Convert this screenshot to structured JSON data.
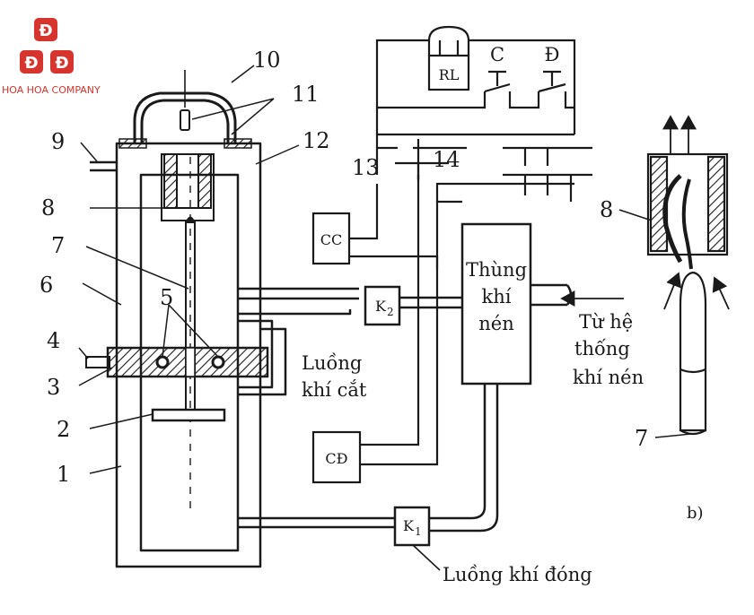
{
  "logo": {
    "glyphs": [
      "Đ",
      "Đ",
      "Đ"
    ],
    "company": "HOA HOA COMPANY",
    "color": "#d6342c"
  },
  "part_numbers": {
    "n1": "1",
    "n2": "2",
    "n3": "3",
    "n4": "4",
    "n5": "5",
    "n6": "6",
    "n7": "7",
    "n8": "8",
    "n9": "9",
    "n10": "10",
    "n11": "11",
    "n12": "12",
    "n13": "13",
    "n14": "14"
  },
  "boxes": {
    "cc": "CC",
    "cd": "CĐ",
    "rl": "RL",
    "k2_main": "K",
    "k2_sub": "2",
    "k1_main": "K",
    "k1_sub": "1"
  },
  "buttons": {
    "c": "C",
    "d": "Đ"
  },
  "tank": {
    "line1": "Thùng",
    "line2": "khí",
    "line3": "nén"
  },
  "labels": {
    "cut_flow_1": "Luồng",
    "cut_flow_2": "khí cắt",
    "close_flow": "Luồng khí đóng",
    "from_1": "Từ hệ",
    "from_2": "thống",
    "from_3": "khí nén"
  },
  "detail": {
    "label": "b)",
    "part8": "8",
    "part7": "7"
  }
}
